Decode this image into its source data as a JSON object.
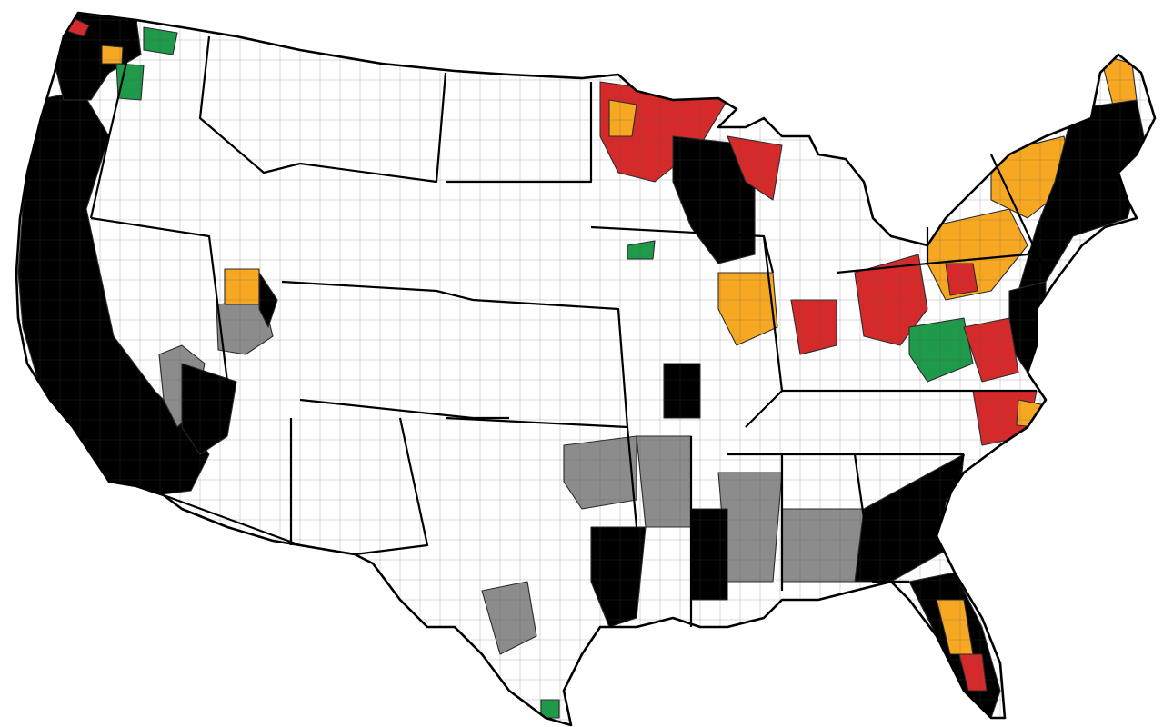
{
  "map": {
    "subject": "contiguous-united-states",
    "unit": "county",
    "categories": [
      {
        "key": "black",
        "color": "#000000"
      },
      {
        "key": "red",
        "color": "#d62a2a"
      },
      {
        "key": "orange",
        "color": "#f7a823"
      },
      {
        "key": "green",
        "color": "#1e9a4a"
      },
      {
        "key": "gray",
        "color": "#8c8c8c"
      },
      {
        "key": "none",
        "color": "#ffffff"
      }
    ],
    "colors": {
      "background": "#ffffff",
      "land": "#ffffff",
      "county_border": "#555555",
      "state_border": "#000000"
    }
  }
}
